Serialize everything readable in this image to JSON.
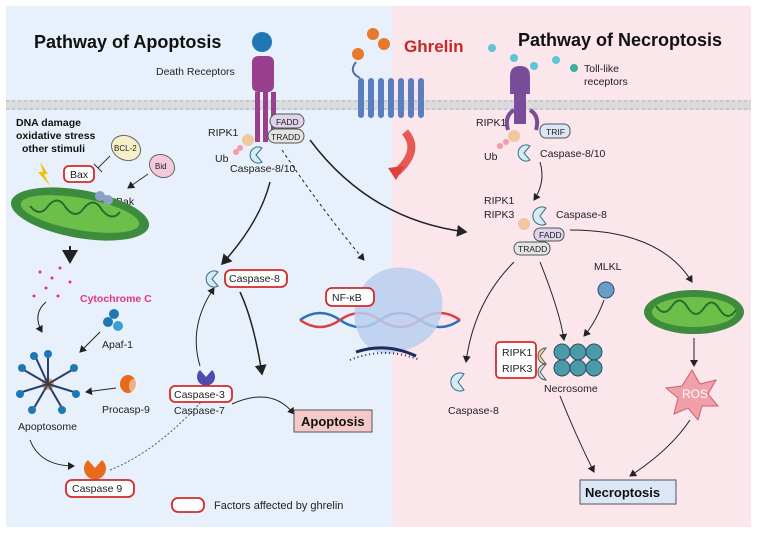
{
  "titles": {
    "apoptosis": "Pathway of Apoptosis",
    "necroptosis": "Pathway of Necroptosis",
    "ghrelin": "Ghrelin"
  },
  "left": {
    "death_receptors": "Death Receptors",
    "stimuli": [
      "DNA damage",
      "oxidative stress",
      "other stimuli"
    ],
    "bcl2": "BCL-2",
    "bax": "Bax",
    "bid": "Bid",
    "bak": "Bak",
    "ripk1": "RIPK1",
    "fadd": "FADD",
    "tradd": "TRADD",
    "ub": "Ub",
    "caspase_8_10": "Caspase-8/10",
    "caspase_8": "Caspase-8",
    "cytochrome_c": "Cytochrome C",
    "apaf1": "Apaf-1",
    "procasp9": "Procasp-9",
    "apoptosome": "Apoptosome",
    "caspase_3": "Caspase-3",
    "caspase_7": "Caspase-7",
    "caspase_9": "Caspase 9",
    "apoptosis": "Apoptosis",
    "nfkb": "NF-κB",
    "legend": "Factors affected by ghrelin"
  },
  "right": {
    "tlr": [
      "Toll-like",
      "receptors"
    ],
    "ripk1": "RIPK1",
    "trif": "TRIF",
    "ub": "Ub",
    "caspase_8_10": "Caspase-8/10",
    "complex_ripk1": "RIPK1",
    "complex_ripk3": "RIPK3",
    "complex_caspase8": "Caspase-8",
    "complex_fadd": "FADD",
    "complex_tradd": "TRADD",
    "mlkl": "MLKL",
    "necro_ripk1": "RIPK1",
    "necro_ripk3": "RIPK3",
    "necrosome": "Necrosome",
    "caspase_8_bottom": "Caspase-8",
    "ros": "ROS",
    "necroptosis": "Necroptosis"
  },
  "colors": {
    "left_bg": "#e8f1fb",
    "right_bg": "#fbe6ec",
    "highlight_border": "#d42a2a",
    "apoptosis_box": "#f6c9c9",
    "necroptosis_box": "#dbe6f7",
    "ghrelin_text": "#c62828",
    "cytochrome_text": "#e0348a"
  }
}
